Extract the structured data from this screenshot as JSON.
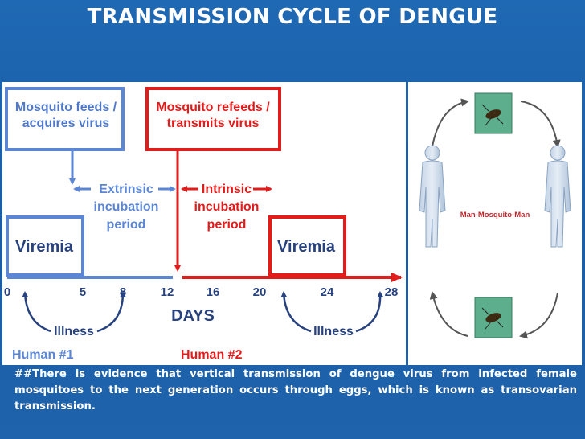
{
  "title": "TRANSMISSION CYCLE OF DENGUE",
  "diagram": {
    "mosquito_feeds": [
      "Mosquito feeds /",
      "acquires virus"
    ],
    "mosquito_refeeds": [
      "Mosquito refeeds /",
      "transmits virus"
    ],
    "extrinsic": [
      "Extrinsic",
      "incubation",
      "period"
    ],
    "intrinsic": [
      "Intrinsic",
      "incubation",
      "period"
    ],
    "viremia_1": "Viremia",
    "viremia_2": "Viremia",
    "day_ticks": [
      "0",
      "5",
      "8",
      "12",
      "16",
      "20",
      "24",
      "28"
    ],
    "days_label": "DAYS",
    "illness_1": "Illness",
    "illness_2": "Illness",
    "human_1": "Human #1",
    "human_2": "Human #2",
    "colors": {
      "blue": "#5b86d6",
      "red": "#e21b1b",
      "dark_blue": "#27427e"
    }
  },
  "cycle": {
    "label": "Man-Mosquito-Man",
    "icons": [
      "human-figure-icon",
      "mosquito-icon"
    ]
  },
  "note": "##There is evidence that vertical transmission of dengue virus from infected female mosquitoes to the next generation occurs through eggs, which is known as transovarian transmission."
}
